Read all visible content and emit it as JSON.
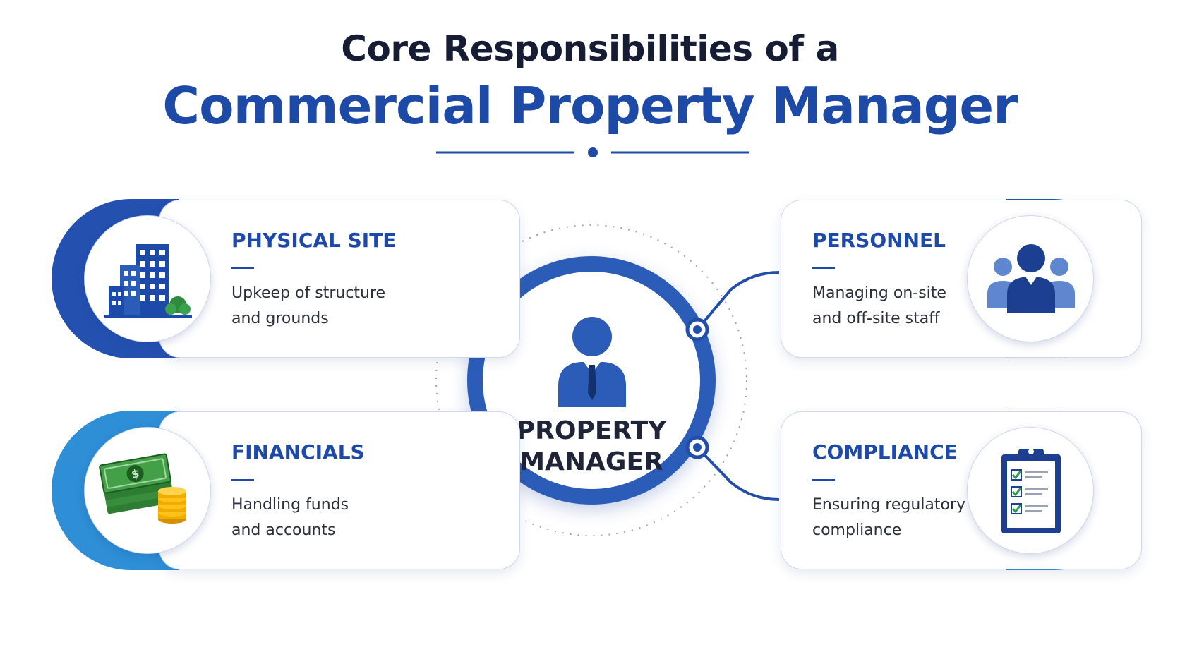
{
  "title": {
    "line1": "Core Responsibilities of a",
    "line2": "Commercial Property Manager"
  },
  "hub": {
    "label_line1": "PROPERTY",
    "label_line2": "MANAGER",
    "icon": "manager-icon"
  },
  "cards": [
    {
      "title": "PHYSICAL SITE",
      "desc_line1": "Upkeep of structure",
      "desc_line2": "and grounds",
      "icon": "building-icon"
    },
    {
      "title": "PERSONNEL",
      "desc_line1": "Managing on-site",
      "desc_line2": "and off-site staff",
      "icon": "team-icon"
    },
    {
      "title": "FINANCIALS",
      "desc_line1": "Handling funds",
      "desc_line2": "and accounts",
      "icon": "money-icon"
    },
    {
      "title": "COMPLIANCE",
      "desc_line1": "Ensuring regulatory",
      "desc_line2": "compliance",
      "icon": "clipboard-checklist-icon"
    }
  ],
  "colors": {
    "primary": "#1c4aa6",
    "accent_dark": "#2451b0",
    "accent_light": "#2e8fd6",
    "heading": "#161c33"
  }
}
